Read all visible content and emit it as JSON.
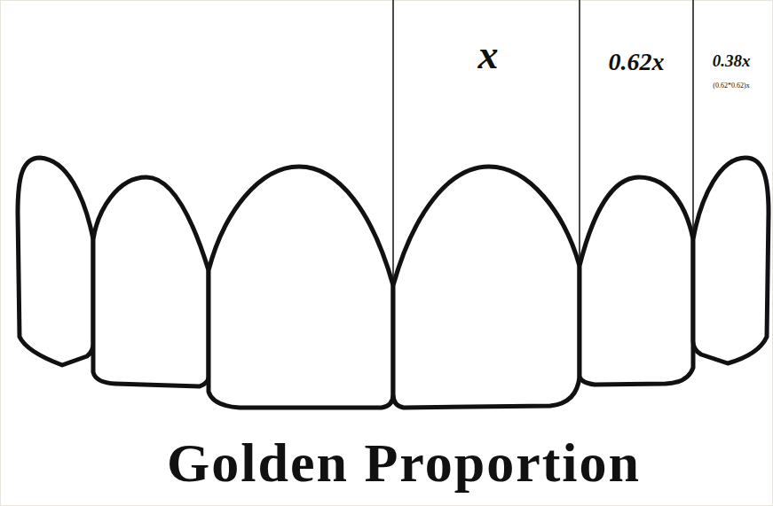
{
  "diagram": {
    "caption": "Golden Proportion",
    "labels": [
      "x",
      "0.62x",
      "0.38x",
      "(0.62*0.62)x"
    ]
  }
}
